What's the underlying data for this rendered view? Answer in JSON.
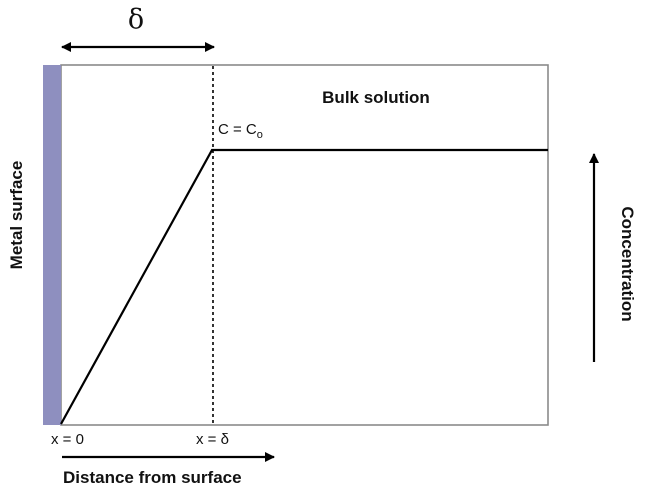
{
  "diagram": {
    "delta_symbol": "δ",
    "bulk_solution_label": "Bulk solution",
    "concentration_label_prefix": "C = C",
    "concentration_label_subscript": "o",
    "metal_surface_label": "Metal surface",
    "concentration_axis_label": "Concentration",
    "x_zero_label": "x = 0",
    "x_delta_label": "x = δ",
    "distance_axis_label": "Distance from surface",
    "colors": {
      "metal_surface": "#8e8fbf",
      "frame": "#8a8a8a",
      "line": "#000000"
    }
  }
}
